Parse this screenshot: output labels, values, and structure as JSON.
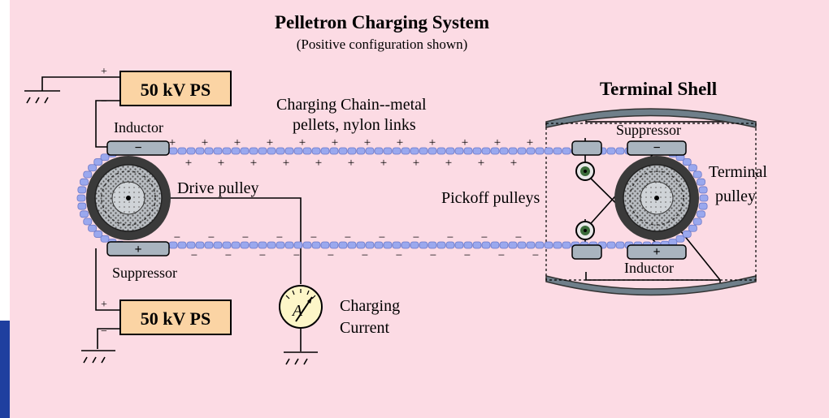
{
  "title": "Pelletron Charging System",
  "subtitle": "(Positive configuration shown)",
  "ps_top_label": "50 kV PS",
  "ps_bottom_label": "50 kV PS",
  "chain_label_line1": "Charging Chain--metal",
  "chain_label_line2": "pellets, nylon links",
  "inductor_left_label": "Inductor",
  "suppressor_left_label": "Suppressor",
  "drive_pulley_label": "Drive pulley",
  "pickoff_pulleys_label": "Pickoff pulleys",
  "terminal_shell_label": "Terminal Shell",
  "suppressor_right_label": "Suppressor",
  "inductor_right_label": "Inductor",
  "terminal_pulley_line1": "Terminal",
  "terminal_pulley_line2": "pulley",
  "meter_symbol": "A",
  "charging_current_line1": "Charging",
  "charging_current_line2": "Current",
  "plus_sign": "+",
  "minus_sign": "−",
  "colors": {
    "background": "#fcdbe4",
    "ps_box_fill": "#fbd4a4",
    "chain_pellet": "#9aa8ee",
    "pulley_dark": "#3a3a3a",
    "electrode_fill": "#a9b4bf",
    "shell_fill": "#6f7f8a",
    "meter_fill": "#fdf6c8"
  }
}
